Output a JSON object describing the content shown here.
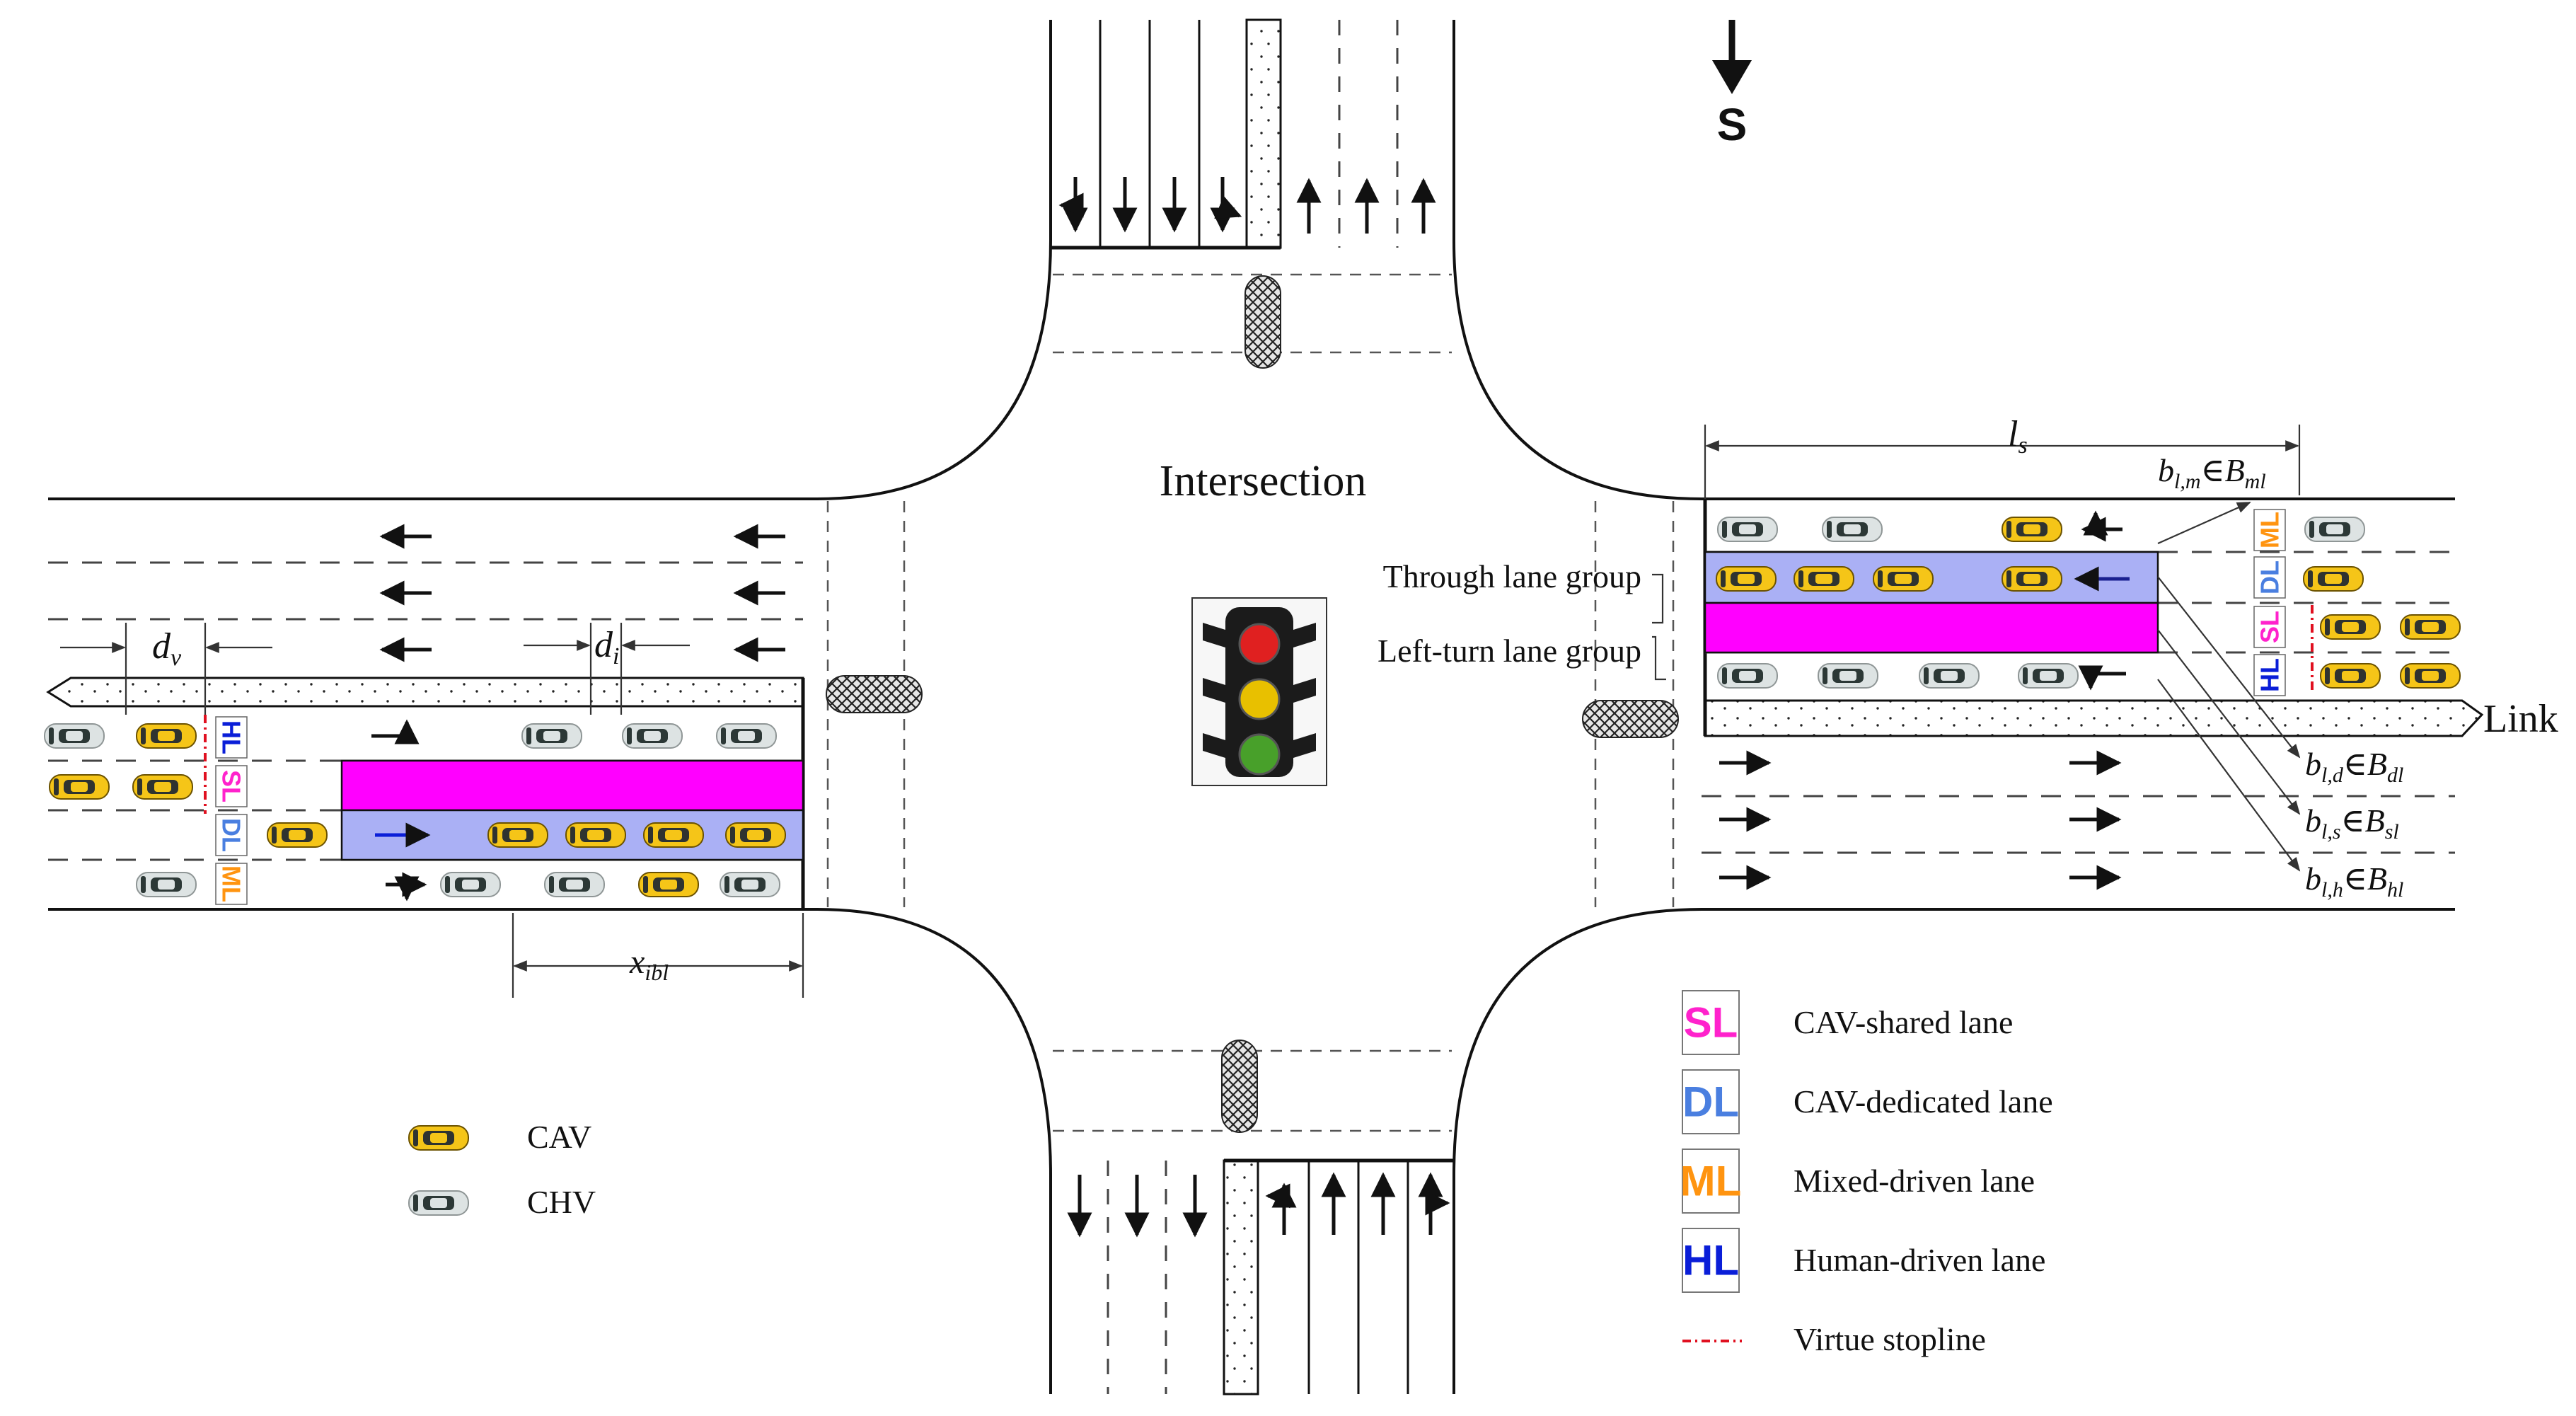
{
  "labels": {
    "direction": "S",
    "intersection": "Intersection",
    "through_group": "Through lane group",
    "leftturn_group": "Left-turn lane group",
    "link": "Link"
  },
  "math": {
    "ls": {
      "base": "l",
      "sub": "s"
    },
    "dv": {
      "base": "d",
      "sub": "v"
    },
    "di": {
      "base": "d",
      "sub": "i"
    },
    "xibl": {
      "base": "x",
      "sub": "ibl"
    },
    "blm": {
      "base": "b",
      "sub": "l,m",
      "rel": "∈",
      "set": "B",
      "setsub": "ml"
    },
    "bld": {
      "base": "b",
      "sub": "l,d",
      "rel": "∈",
      "set": "B",
      "setsub": "dl"
    },
    "bls": {
      "base": "b",
      "sub": "l,s",
      "rel": "∈",
      "set": "B",
      "setsub": "sl"
    },
    "blh": {
      "base": "b",
      "sub": "l,h",
      "rel": "∈",
      "set": "B",
      "setsub": "hl"
    }
  },
  "lane_tags": {
    "HL": "HL",
    "SL": "SL",
    "DL": "DL",
    "ML": "ML"
  },
  "legend_vehicles": [
    {
      "label": "CAV"
    },
    {
      "label": "CHV"
    }
  ],
  "legend_lanes": [
    {
      "tag": "SL",
      "label": "CAV-shared lane",
      "color": "#ff22cc"
    },
    {
      "tag": "DL",
      "label": "CAV-dedicated lane",
      "color": "#4a7fe0"
    },
    {
      "tag": "ML",
      "label": "Mixed-driven lane",
      "color": "#ff9410"
    },
    {
      "tag": "HL",
      "label": "Human-driven lane",
      "color": "#0a1ed8"
    }
  ],
  "legend_stopline": {
    "label": "Virtue stopline",
    "color": "#e01020"
  },
  "colors": {
    "cav": "#f5c518",
    "chv": "#dde3e3",
    "shared_lane_fill": "#ff00ff",
    "dedicated_lane_fill": "#aab0f5",
    "light_red": "#e02020",
    "light_yellow": "#e8c000",
    "light_green": "#48a02a"
  }
}
